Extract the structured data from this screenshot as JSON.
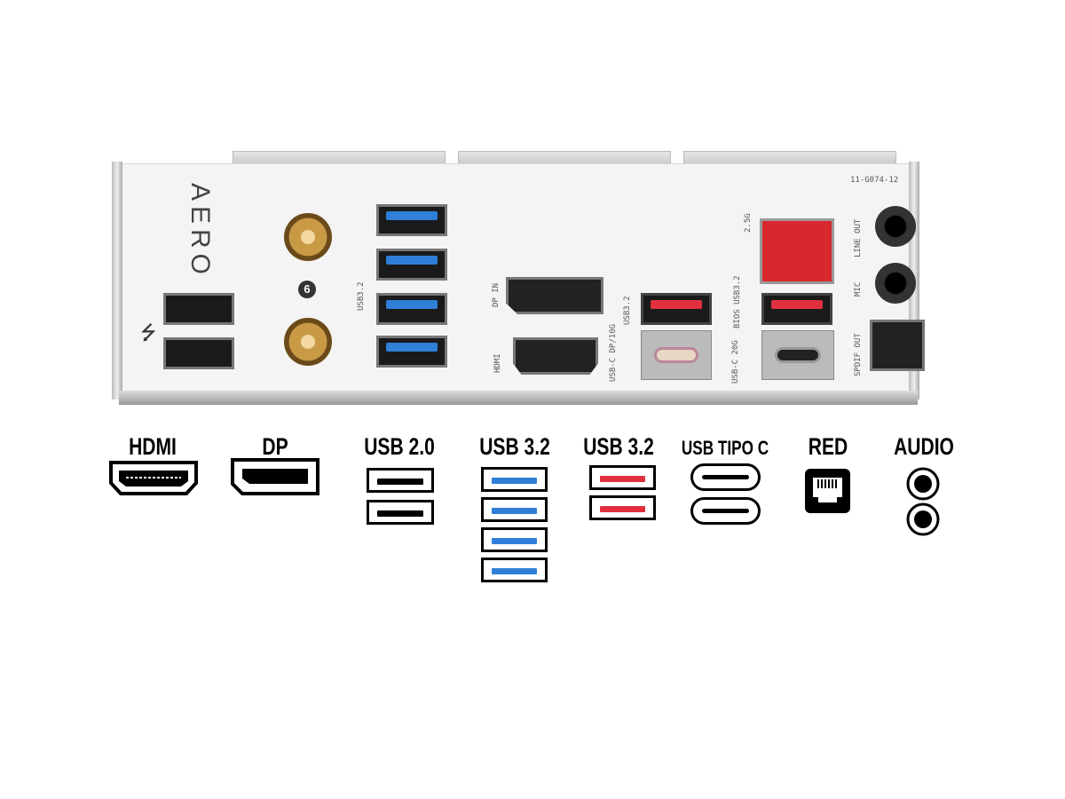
{
  "panel": {
    "brand": "AERO",
    "part_number": "11-G074-12",
    "labels": {
      "usb32": "USB3.2",
      "dp_in": "DP IN",
      "hdmi": "HDMI",
      "usbc_dp": "USB-C DP/10G",
      "usb32_red": "USB3.2",
      "bios": "BIOS USB3.2",
      "usbc_20g": "USB-C 20G",
      "lan": "2.5G",
      "line_out": "LINE OUT",
      "mic": "MIC",
      "spdif": "SPDIF OUT",
      "wifi": "6"
    }
  },
  "legend": [
    {
      "label": "HDMI"
    },
    {
      "label": "DP"
    },
    {
      "label": "USB 2.0"
    },
    {
      "label": "USB 3.2"
    },
    {
      "label": "USB 3.2"
    },
    {
      "label": "USB TIPO C"
    },
    {
      "label": "RED"
    },
    {
      "label": "AUDIO"
    }
  ],
  "colors": {
    "usb3_blue": "#2f7fd8",
    "usb_red": "#e03040",
    "rj45_red": "#d8282e"
  }
}
